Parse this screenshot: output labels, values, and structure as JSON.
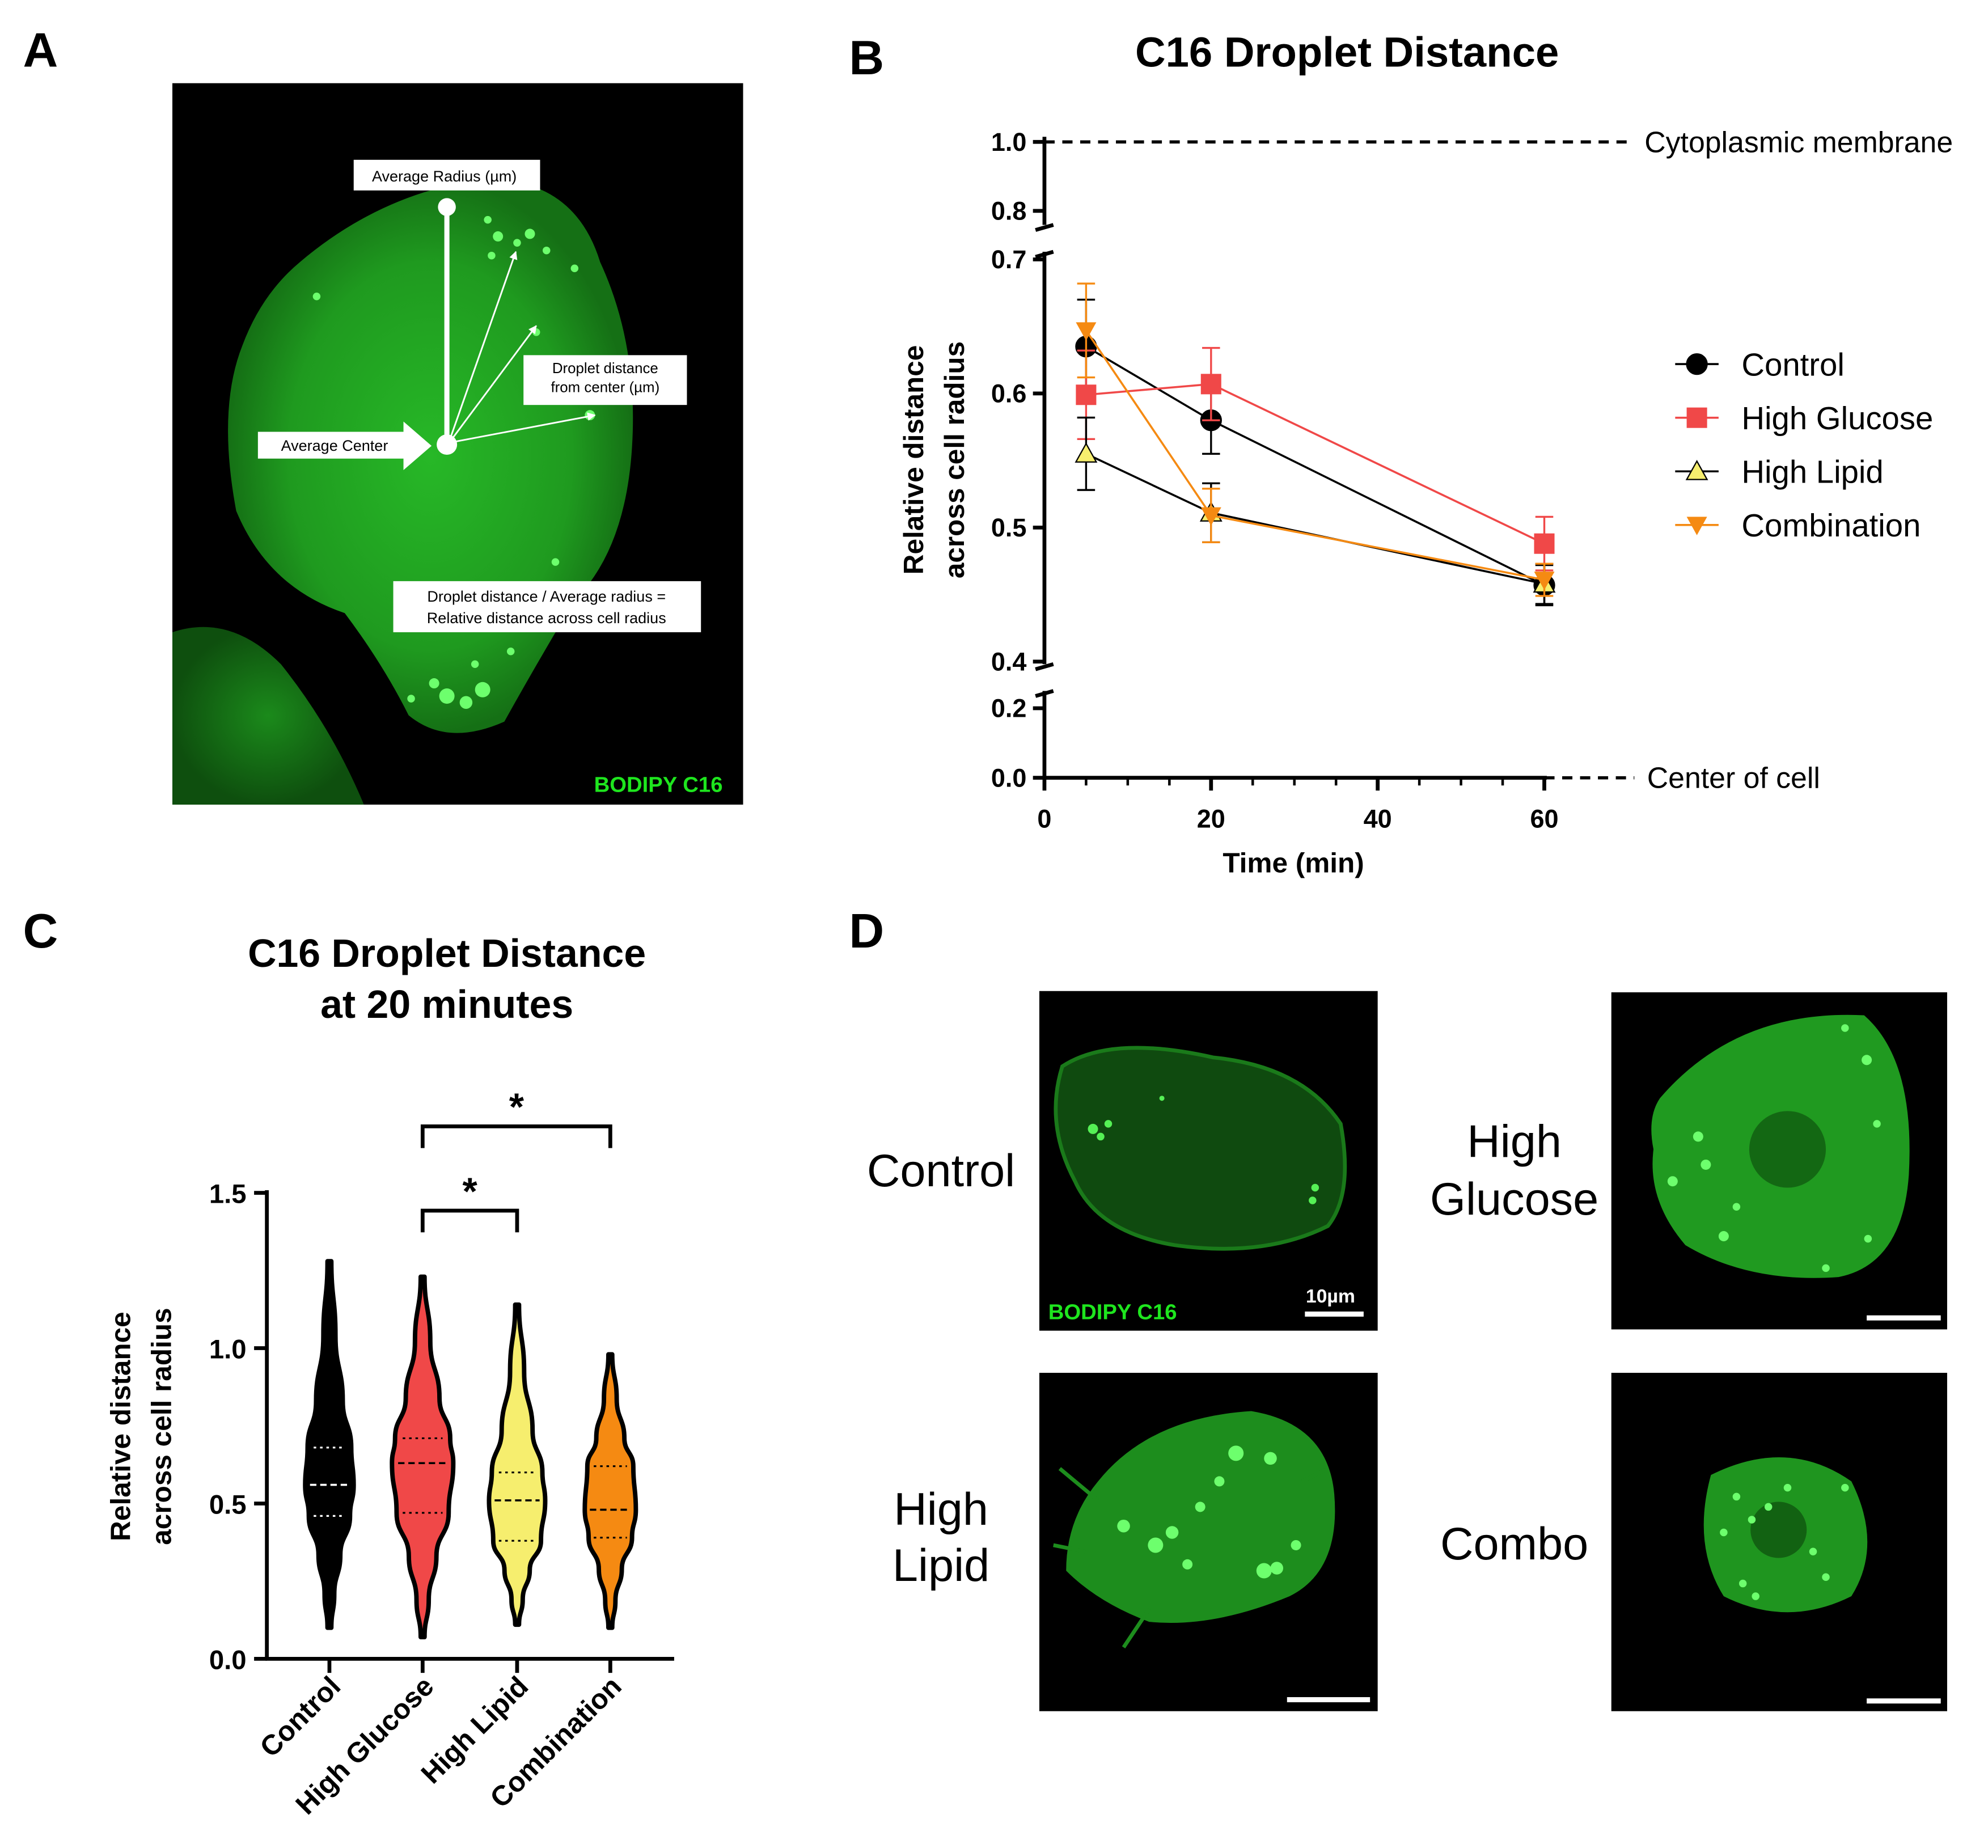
{
  "panels": {
    "a": {
      "letter": "A",
      "labels": {
        "average_radius": "Average Radius (µm)",
        "droplet_distance_1": "Droplet distance",
        "droplet_distance_2": "from center (µm)",
        "average_center": "Average Center",
        "formula_1": "Droplet distance / Average radius =",
        "formula_2": "Relative distance across cell radius",
        "stain": "BODIPY C16"
      }
    },
    "b": {
      "letter": "B"
    },
    "c": {
      "letter": "C"
    },
    "d": {
      "letter": "D",
      "conditions": {
        "control": "Control",
        "high_glucose_1": "High",
        "high_glucose_2": "Glucose",
        "high_lipid_1": "High",
        "high_lipid_2": "Lipid",
        "combo": "Combo"
      },
      "stain": "BODIPY C16",
      "scale_bar": "10µm"
    }
  },
  "colors": {
    "control": "#000000",
    "high_glucose": "#f04848",
    "high_lipid": "#f6ee6e",
    "combination": "#f58a12",
    "cell_green": "#2ec92e",
    "label_green": "#1ee61e"
  },
  "chart_data": [
    {
      "type": "line",
      "title": "C16 Droplet Distance",
      "xlabel": "Time (min)",
      "ylabel": [
        "Relative distance",
        "across cell radius"
      ],
      "x_ticks": [
        "0",
        "20",
        "40",
        "60"
      ],
      "xlim": [
        0,
        60
      ],
      "y_ticks": [
        "0.0",
        "0.2",
        "0.4",
        "0.5",
        "0.6",
        "0.7",
        "0.8",
        "1.0"
      ],
      "y_axis_breaks": [
        [
          0.2,
          0.4
        ],
        [
          0.7,
          0.8
        ]
      ],
      "legend_position": "right",
      "grid": false,
      "reference_lines": [
        {
          "y": 1.0,
          "label": "Cytoplasmic membrane"
        },
        {
          "y": 0.0,
          "label": "Center of cell"
        }
      ],
      "x": [
        5,
        20,
        60
      ],
      "series": [
        {
          "name": "Control",
          "marker": "circle",
          "values": [
            0.635,
            0.58,
            0.457
          ],
          "error": [
            0.035,
            0.025,
            0.015
          ]
        },
        {
          "name": "High Glucose",
          "marker": "square",
          "values": [
            0.599,
            0.607,
            0.488
          ],
          "error": [
            0.033,
            0.027,
            0.02
          ]
        },
        {
          "name": "High Lipid",
          "marker": "triangle-up",
          "values": [
            0.555,
            0.511,
            0.458
          ],
          "error": [
            0.027,
            0.022,
            0.015
          ]
        },
        {
          "name": "Combination",
          "marker": "triangle-down",
          "values": [
            0.647,
            0.509,
            0.461
          ],
          "error": [
            0.035,
            0.02,
            0.012
          ]
        }
      ]
    },
    {
      "type": "violin",
      "title": [
        "C16 Droplet Distance",
        "at 20 minutes"
      ],
      "ylabel": [
        "Relative distance",
        "across cell radius"
      ],
      "y_ticks": [
        "0.0",
        "0.5",
        "1.0",
        "1.5"
      ],
      "ylim": [
        0,
        1.5
      ],
      "grid": false,
      "categories": [
        "Control",
        "High Glucose",
        "High Lipid",
        "Combination"
      ],
      "series": [
        {
          "name": "Control",
          "min": 0.1,
          "max": 1.28,
          "q1": 0.46,
          "median": 0.56,
          "q3": 0.68
        },
        {
          "name": "High Glucose",
          "min": 0.07,
          "max": 1.23,
          "q1": 0.47,
          "median": 0.63,
          "q3": 0.71
        },
        {
          "name": "High Lipid",
          "min": 0.11,
          "max": 1.14,
          "q1": 0.38,
          "median": 0.51,
          "q3": 0.6
        },
        {
          "name": "Combination",
          "min": 0.1,
          "max": 0.98,
          "q1": 0.39,
          "median": 0.48,
          "q3": 0.62
        }
      ],
      "annotations": [
        {
          "between": [
            "High Glucose",
            "Combination"
          ],
          "label": "*"
        },
        {
          "between": [
            "High Glucose",
            "High Lipid"
          ],
          "label": "*"
        }
      ]
    }
  ]
}
